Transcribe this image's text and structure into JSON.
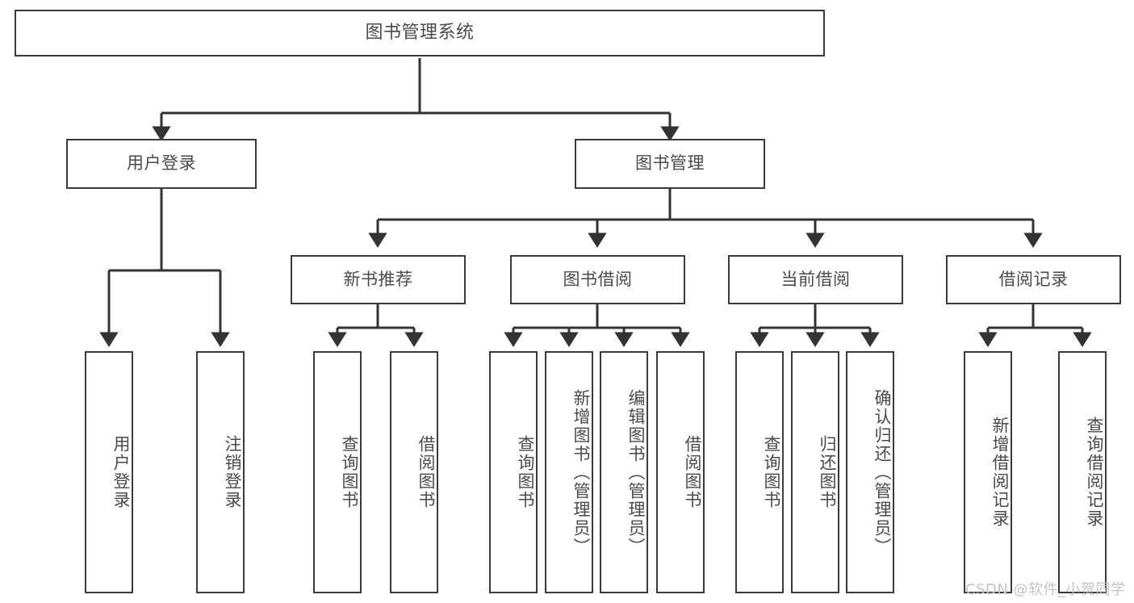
{
  "diagram": {
    "title": "图书管理系统",
    "type": "tree-hierarchy-diagram",
    "watermark": "CSDN @软件_小贺同学",
    "colors": {
      "background": "#ffffff",
      "box_border": "#3a3a3a",
      "box_fill": "#ffffff",
      "text": "#4a4a4a",
      "connector": "#333333",
      "watermark": "#c4c4c4"
    },
    "root": {
      "label": "图书管理系统"
    },
    "level2": [
      {
        "label": "用户登录"
      },
      {
        "label": "图书管理"
      }
    ],
    "level3": [
      {
        "label": "新书推荐"
      },
      {
        "label": "图书借阅"
      },
      {
        "label": "当前借阅"
      },
      {
        "label": "借阅记录"
      }
    ],
    "leaves": {
      "user_login": [
        {
          "label": "用户登录"
        },
        {
          "label": "注销登录"
        }
      ],
      "new_book_recommend": [
        {
          "label": "查询图书"
        },
        {
          "label": "借阅图书"
        }
      ],
      "book_borrow": [
        {
          "label": "查询图书"
        },
        {
          "label": "新增图书（管理员）"
        },
        {
          "label": "编辑图书（管理员）"
        },
        {
          "label": "借阅图书"
        }
      ],
      "current_borrow": [
        {
          "label": "查询图书"
        },
        {
          "label": "归还图书"
        },
        {
          "label": "确认归还（管理员）"
        }
      ],
      "borrow_records": [
        {
          "label": "新增借阅记录"
        },
        {
          "label": "查询借阅记录"
        }
      ]
    }
  }
}
